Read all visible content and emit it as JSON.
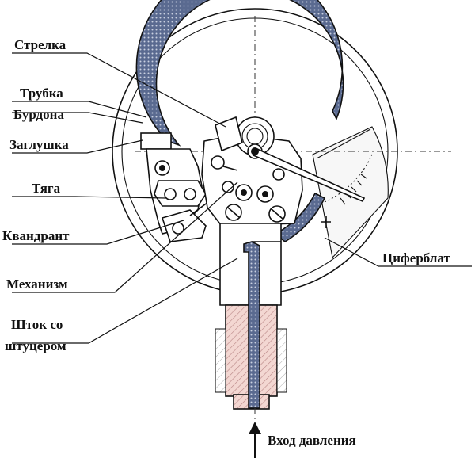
{
  "labels": {
    "pointer": "Стрелка",
    "bourdon_line1": "Трубка",
    "bourdon_line2": "Бурдона",
    "plug": "Заглушка",
    "link": "Тяга",
    "quadrant": "Квандрант",
    "mechanism": "Механизм",
    "stem_line1": "Шток со",
    "stem_line2": "штуцером",
    "dial": "Циферблат",
    "pressure_inlet": "Вход давления"
  },
  "colors": {
    "tube_fill": "#5a6a90",
    "hatch": "#e0b4ae",
    "outline": "#111111"
  }
}
